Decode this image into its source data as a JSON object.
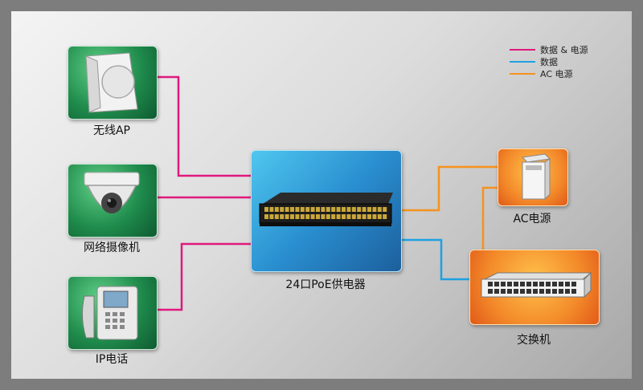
{
  "legend": {
    "items": [
      {
        "label": "数据 & 电源",
        "color": "#e0197d"
      },
      {
        "label": "数据",
        "color": "#1da1e2"
      },
      {
        "label": "AC 电源",
        "color": "#f5921e"
      }
    ]
  },
  "devices": {
    "wireless_ap": {
      "label": "无线AP"
    },
    "camera": {
      "label": "网络摄像机"
    },
    "ip_phone": {
      "label": "IP电话"
    },
    "poe_injector": {
      "label": "24口PoE供电器"
    },
    "ac_power": {
      "label": "AC电源"
    },
    "switch": {
      "label": "交换机"
    }
  },
  "colors": {
    "data_power": "#e0197d",
    "data": "#1da1e2",
    "ac_power": "#f5921e"
  }
}
